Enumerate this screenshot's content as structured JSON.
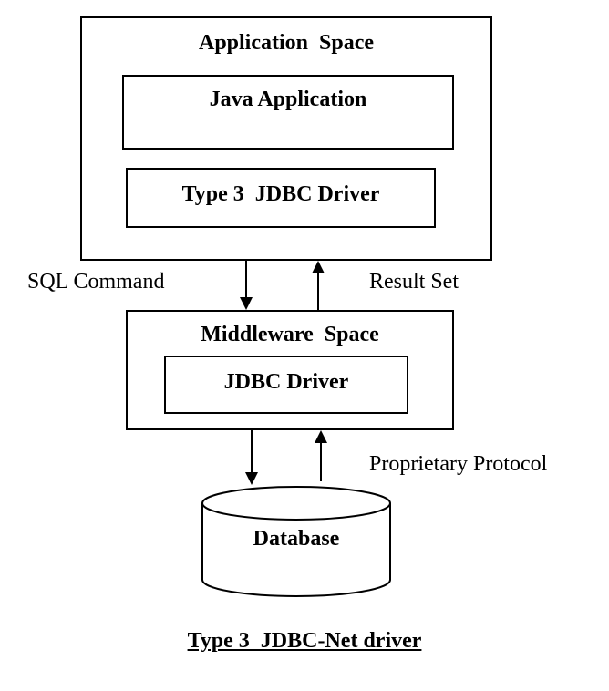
{
  "application_space": {
    "title": "Application  Space",
    "java_application": "Java Application",
    "type3_driver": "Type 3  JDBC Driver"
  },
  "left_arrow_label": "SQL Command",
  "right_arrow_label": "Result Set",
  "middleware_space": {
    "title": "Middleware  Space",
    "jdbc_driver": "JDBC Driver"
  },
  "protocol_label": "Proprietary Protocol",
  "database_label": "Database",
  "caption": "Type 3  JDBC-Net driver"
}
